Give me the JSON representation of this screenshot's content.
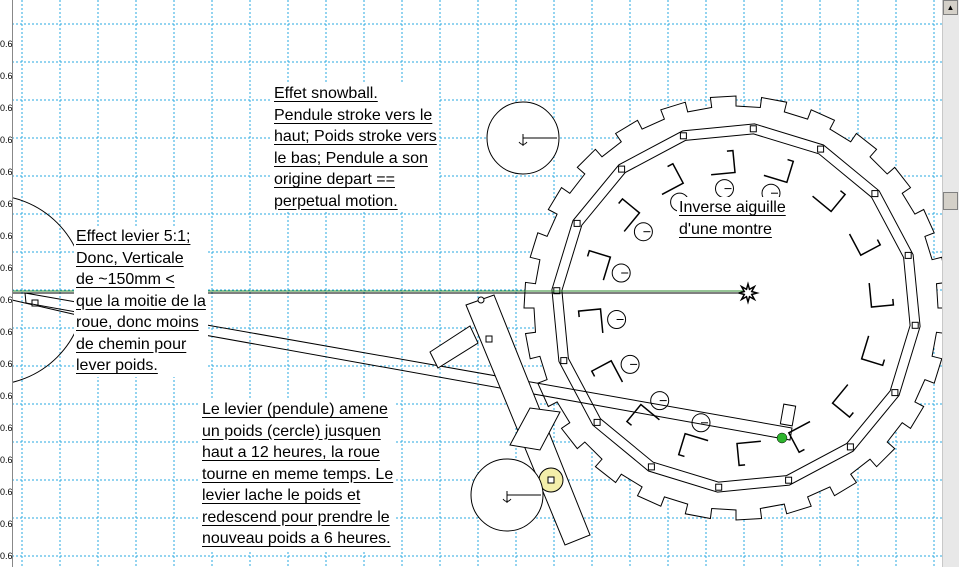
{
  "notes": {
    "snowball": [
      "Effet snowball.",
      "Pendule stroke vers le",
      "haut; Poids stroke vers",
      "le bas; Pendule a son",
      "origine depart ==",
      "perpetual motion."
    ],
    "lever": [
      "Effect levier 5:1;",
      "Donc, Verticale",
      "de ~150mm <",
      "que la moitie de la",
      "roue, donc moins",
      "de chemin pour",
      "lever poids."
    ],
    "inverse": [
      "Inverse aiguille",
      "d'une montre"
    ],
    "pendulum": [
      "Le levier (pendule) amene",
      "un poids (cercle) jusquen",
      "haut a 12 heures, la roue",
      "tourne en meme temps. Le",
      "levier lache le poids et",
      "redescend pour prendre le",
      "nouveau poids a 6 heures."
    ]
  },
  "ruler_label": "0.6",
  "colors": {
    "grid": "#29a9e0",
    "ink": "#000000",
    "axle_line": "#2e8b2e",
    "weight_highlight": "#f3eeaa",
    "contact_point": "#2db52d"
  },
  "icons": [
    "anchor-icon",
    "star-axle-icon",
    "scroll-up-icon"
  ]
}
